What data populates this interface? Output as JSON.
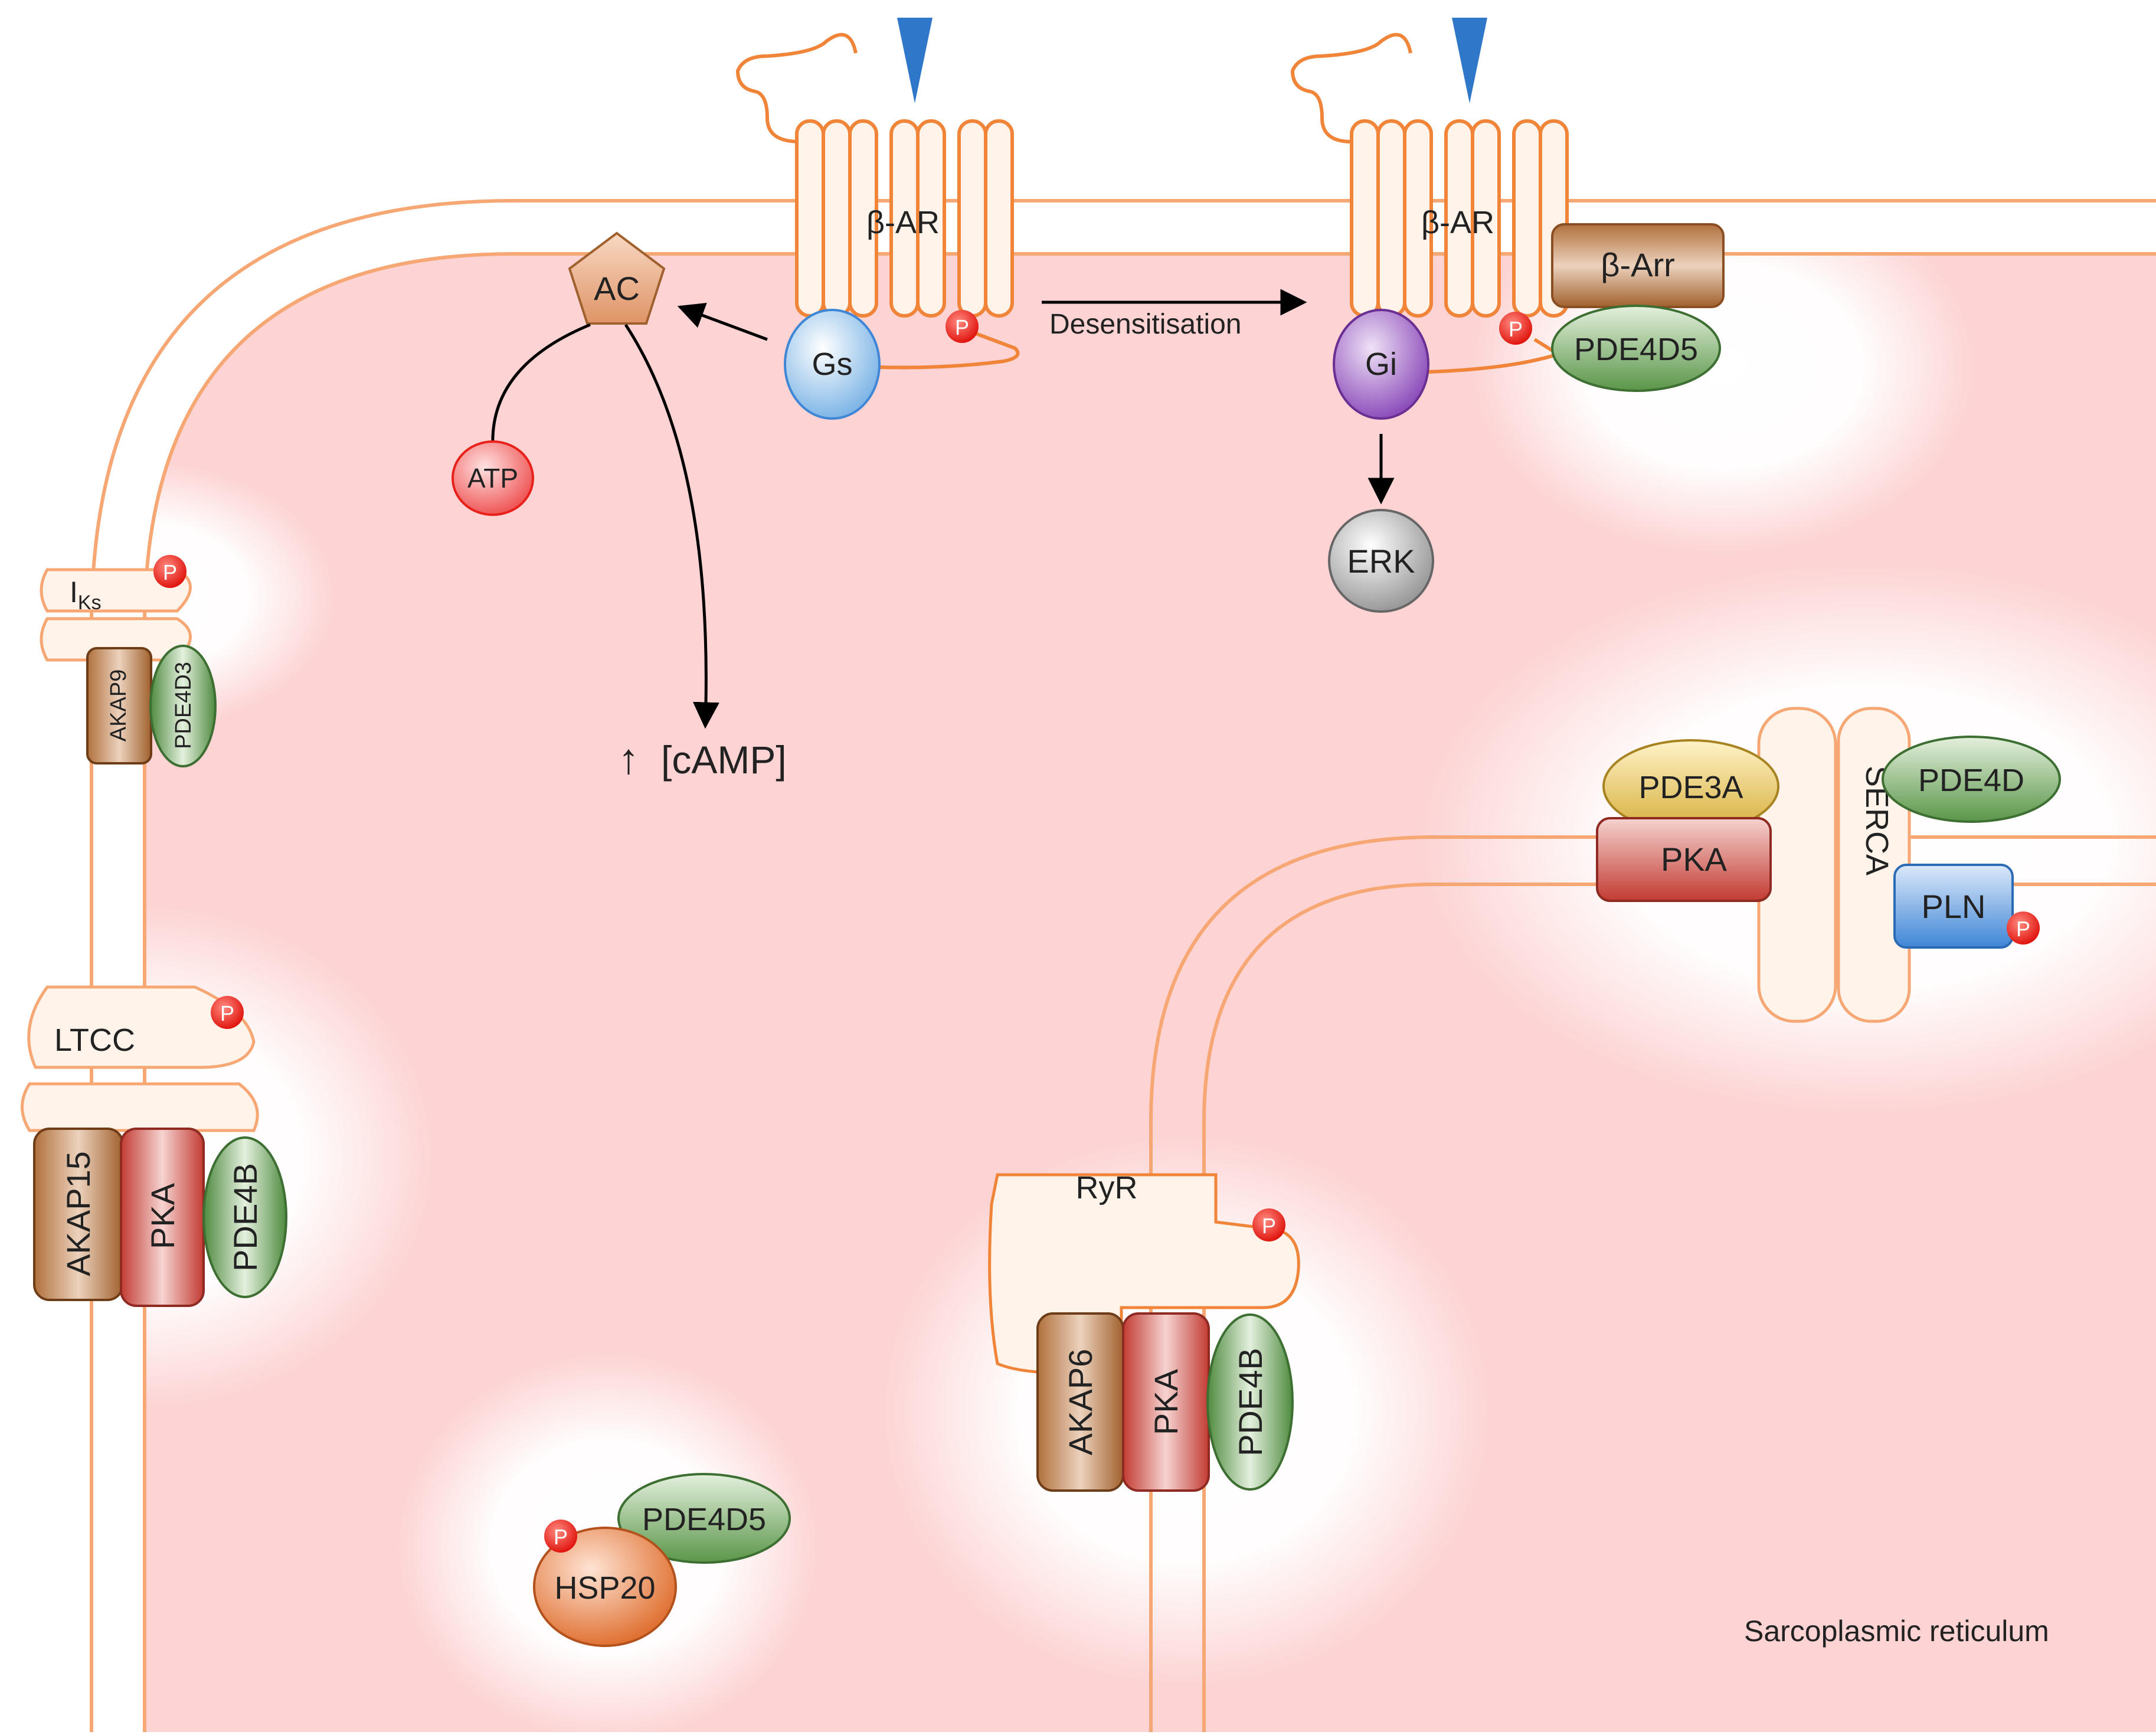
{
  "colors": {
    "cytoplasm": "#fdd3d3",
    "membrane": "#f6a773",
    "membrane_fill": "#fff3ea",
    "receptor_stroke": "#f08539",
    "ligand": "#2f77c9",
    "phospho": "#e8221b",
    "gs": "#8fc2ea",
    "gi": "#9a5fc2",
    "erk": "#a9a9a9",
    "atp": "#f16a6a",
    "ac": "#e9a377",
    "akap": "#9c5a2c",
    "pka": "#c5453a",
    "pde": "#5f9a4f",
    "pde3a": "#d8b54a",
    "pln": "#4b8fd8",
    "hsp20": "#e5814a"
  },
  "icons": {
    "phospho": "phospho-icon",
    "ligand": "ligand-arrowhead-icon"
  },
  "phospho_label": "P",
  "receptors": {
    "left": {
      "label": "β-AR",
      "g_protein": "Gs"
    },
    "right": {
      "label": "β-AR",
      "g_protein": "Gi",
      "arrestin": "β-Arr",
      "pde": "PDE4D5"
    }
  },
  "desensitisation_label": "Desensitisation",
  "ac_label": "AC",
  "atp_label": "ATP",
  "camp_label": "[cAMP]",
  "camp_arrow": "↑",
  "erk_label": "ERK",
  "iks": {
    "label_main": "I",
    "label_sub": "Ks",
    "akap": "AKAP9",
    "pde": "PDE4D3"
  },
  "ltcc": {
    "label": "LTCC",
    "akap": "AKAP15",
    "pka": "PKA",
    "pde": "PDE4B"
  },
  "ryr": {
    "label": "RyR",
    "akap": "AKAP6",
    "pka": "PKA",
    "pde": "PDE4B"
  },
  "serca": {
    "label": "SERCA",
    "pde3a": "PDE3A",
    "pka": "PKA",
    "pde4d": "PDE4D",
    "pln": "PLN"
  },
  "hsp": {
    "label": "HSP20",
    "pde": "PDE4D5"
  },
  "sr_label": "Sarcoplasmic reticulum"
}
